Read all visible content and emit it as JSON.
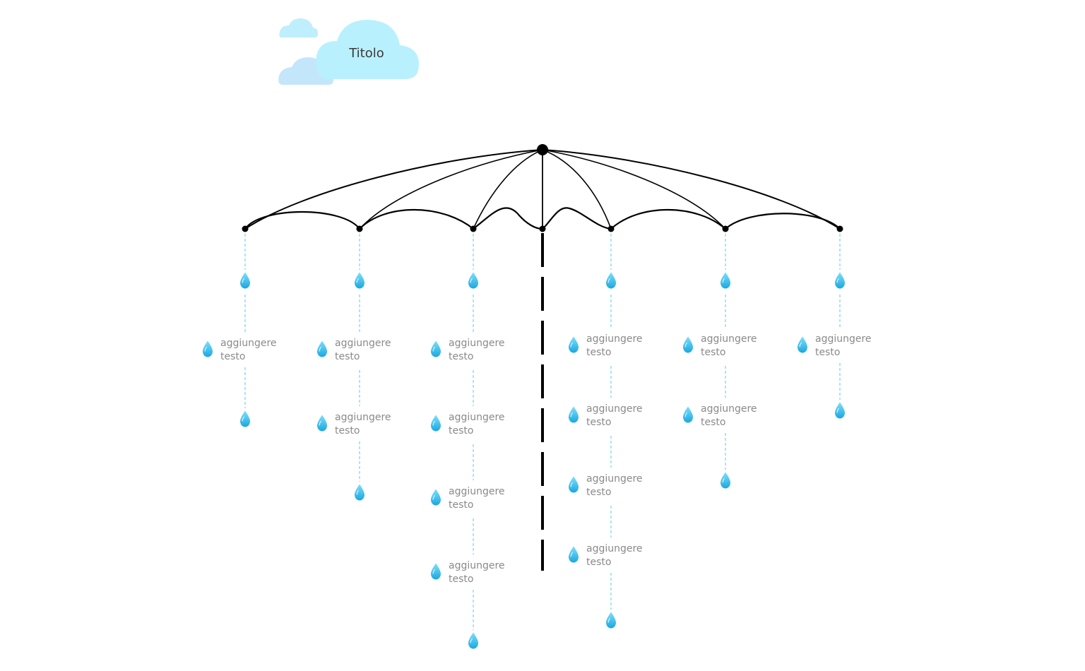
{
  "title": "Titolo",
  "colors": {
    "cloud_main": "#b9f0fd",
    "cloud_small": "#bfeefc",
    "cloud_back": "#c4e6fb",
    "drop_light": "#7fe0fb",
    "drop_dark": "#1aa7e0",
    "stem_line": "#a9e6f7",
    "umbrella": "#000000",
    "label_text": "#8a8a8a",
    "title_text": "#3a3a3a"
  },
  "icons": {
    "cloud": "cloud-icon",
    "drop": "raindrop-icon"
  },
  "columns": [
    {
      "items": [
        "aggiungere testo"
      ]
    },
    {
      "items": [
        "aggiungere testo",
        "aggiungere testo"
      ]
    },
    {
      "items": [
        "aggiungere testo",
        "aggiungere testo",
        "aggiungere testo",
        "aggiungere testo"
      ]
    },
    {
      "items": [
        "aggiungere testo",
        "aggiungere testo",
        "aggiungere testo",
        "aggiungere testo"
      ]
    },
    {
      "items": [
        "aggiungere testo",
        "aggiungere testo"
      ]
    },
    {
      "items": [
        "aggiungere testo"
      ]
    }
  ]
}
